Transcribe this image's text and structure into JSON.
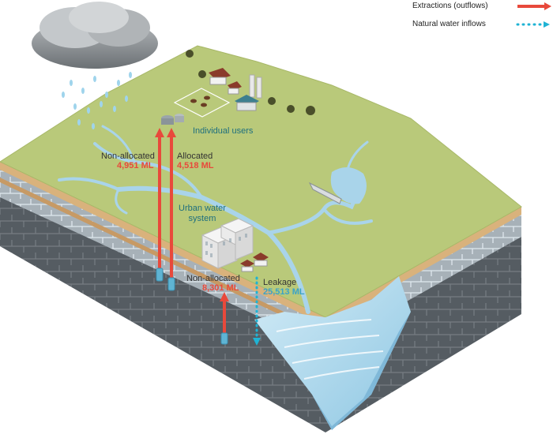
{
  "legend": {
    "extractions_label": "Extractions (outflows)",
    "inflows_label": "Natural water inflows"
  },
  "labels": {
    "individual_users": "Individual users",
    "urban_water_system": "Urban water\nsystem",
    "non_allocated_1_title": "Non-allocated",
    "non_allocated_1_value": "4,951 ML",
    "allocated_title": "Allocated",
    "allocated_value": "4,518 ML",
    "non_allocated_2_title": "Non-allocated",
    "non_allocated_2_value": "8,301 ML",
    "leakage_title": "Leakage",
    "leakage_value": "25,513 ML"
  },
  "colors": {
    "extraction_arrow": "#e8493b",
    "inflow_arrow": "#1fb3d4",
    "land": "#b9c97a",
    "water": "#a9d4ea",
    "soil": "#d9b27c",
    "aquifer": "#aab3b9",
    "label_teal": "#1e6f7e",
    "value_red": "#e8493b",
    "value_blue": "#3ba3c8"
  }
}
